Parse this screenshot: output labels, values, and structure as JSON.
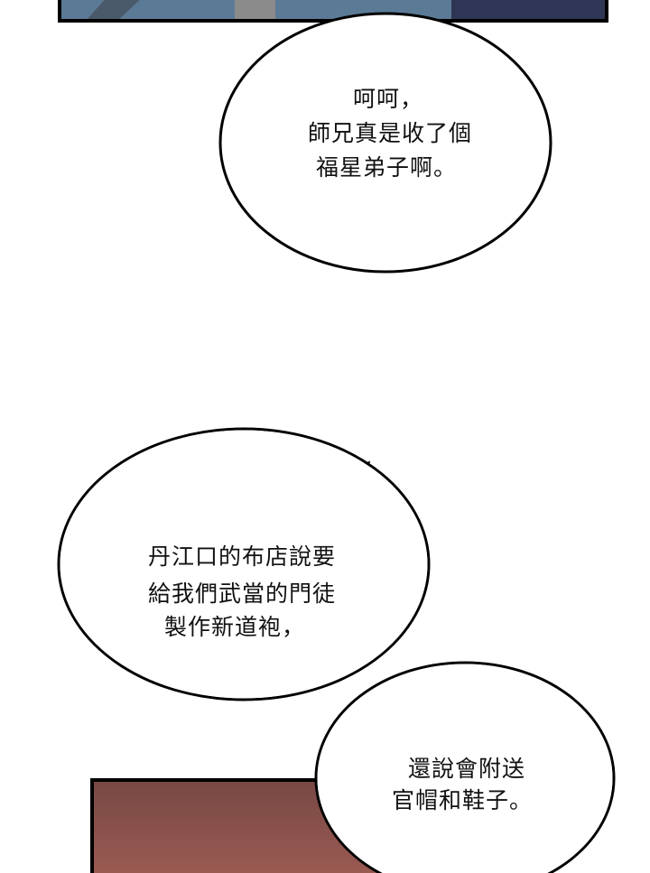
{
  "bubbles": [
    {
      "lines": [
        "呵呵，",
        "師兄真是收了個",
        "福星弟子啊。"
      ]
    },
    {
      "lines": [
        "丹江口的布店說要",
        "給我們武當的門徒",
        "製作新道袍，"
      ]
    },
    {
      "lines": [
        "還說會附送",
        "官帽和鞋子。"
      ]
    }
  ],
  "colors": {
    "panel_blue": "#5b7a96",
    "panel_gray": "#8b8b8b",
    "panel_navy": "#2f3554",
    "panel_red_top": "#7a4a44",
    "panel_red_bottom": "#9a5a52"
  }
}
